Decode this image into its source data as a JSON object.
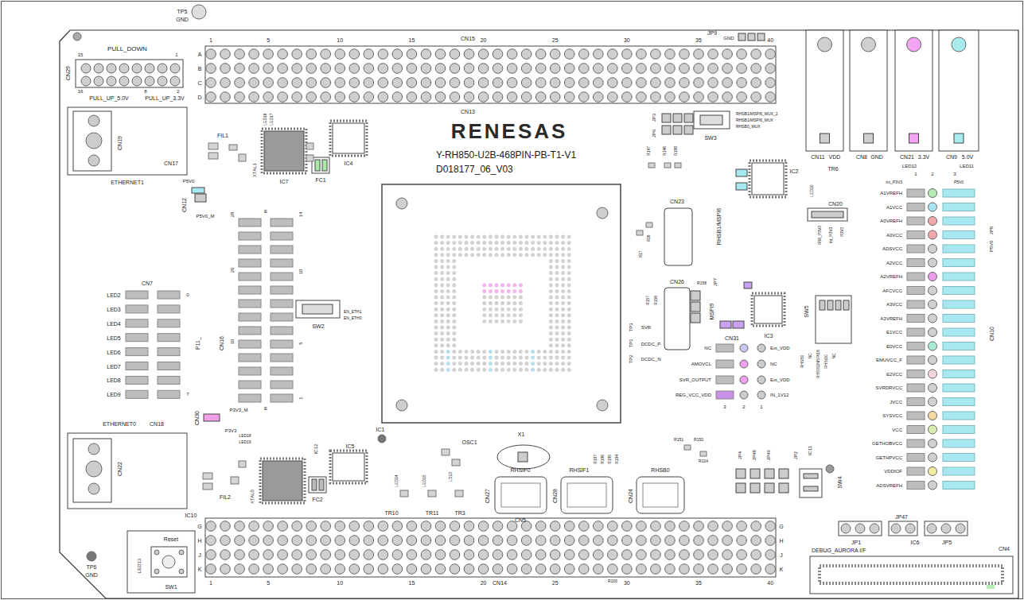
{
  "diagram": {
    "labels": [
      "TP5",
      "GND",
      "PULL_DOWN",
      "15",
      "1",
      "CN29",
      "16",
      "PULL_UP_5.0V",
      "8",
      "PULL_UP_3.3V",
      "2",
      "1",
      "5",
      "10",
      "15",
      "20",
      "25",
      "30",
      "35",
      "40",
      "A",
      "B",
      "C",
      "D",
      "CN15",
      "CN13",
      "JP9",
      "GND",
      "CN11",
      "VDD",
      "CN8",
      "GND",
      "CN21",
      "3.3V",
      "CN9",
      "5.0V",
      "LED12",
      "LED11",
      "CN19",
      "CN17",
      "ETHERNET1",
      "LED16",
      "LED17",
      "FIL1",
      "XTAL1",
      "IC4",
      "FC1",
      "IC7",
      "P5V0",
      "CN12",
      "P5V0_M",
      "RENESAS",
      "Y-RH850-U2B-468PIN-PB-T1-V1",
      "D018177_06_V03",
      "JP6",
      "JP3",
      "SW3",
      "RHSB1/MSPI6_MUX_2",
      "RHSB1/MSPI6_MUX",
      "RHSB0_MUX",
      "R147",
      "R146",
      "R198",
      "CN23",
      "RHSB1/MSPI6",
      "R16",
      "R17",
      "CN26",
      "R158",
      "JP7",
      "R157",
      "R156",
      "MSPI9",
      "TP3",
      "SVR",
      "TP1",
      "DCDC_P",
      "TP2",
      "DCDC_N",
      "IC2",
      "TR6",
      "LED10",
      "CN20",
      "R56_P3V3",
      "Int_P3V3",
      "P3V3",
      "IC3",
      "SW5",
      "RHSB0",
      "NC",
      "RHSB1/MSPI16",
      "RHSI10",
      "NC",
      "CN31",
      "NC",
      "AMOVCL",
      "SVR_OUTPUT",
      "REG_VCC_VDD",
      "Ext_VDD",
      "NC",
      "Ext_VDD",
      "IN_1V12",
      "3",
      "2",
      "1",
      "1",
      "2",
      "3",
      "Int_P3V3",
      "P5V0",
      "A1VREFH",
      "A1VCC",
      "A0VREFH",
      "A0VCC",
      "ADSVCC",
      "A2VCC",
      "A2VREFH",
      "AFCVCC",
      "A3VCC",
      "A3VREFH",
      "E1VCC",
      "E0VCC",
      "EMUVCC_F",
      "E2VCC",
      "SVRDRVCC",
      "JVCC",
      "SYSVCC",
      "VCC",
      "GETHOBVCC",
      "GETHPVCC",
      "VDDIOF",
      "ADSVREFH",
      "CN10",
      "JP8",
      "P5V0",
      "CN7",
      "LED2",
      "LED3",
      "LED4",
      "LED5",
      "LED6",
      "LED7",
      "LED8",
      "LED9",
      "P11_",
      "0",
      "7",
      "CN16",
      "28",
      "E",
      "14",
      "20",
      "10",
      "10",
      "5",
      "1",
      "E",
      "SW2",
      "EN_ETH1",
      "EN_ETH0",
      "CN30",
      "P3V3_M",
      "P3V3",
      "ETHERNET0",
      "CN18",
      "CN22",
      "LED18",
      "LED19",
      "FIL2",
      "XTAL0",
      "IC12",
      "IC5",
      "FC2",
      "IC10",
      "IC1",
      "OSC1",
      "X1",
      "LED14",
      "LED15",
      "LD13",
      "TR10",
      "TR11",
      "TR3",
      "RHSIF0",
      "CN27",
      "CN5",
      "RHSIF1",
      "CN28",
      "R197",
      "R196",
      "R195",
      "R194",
      "RHSB0",
      "CN24",
      "R151",
      "R150",
      "R124",
      "JP4",
      "JP48",
      "JP46",
      "JP2",
      "IC11",
      "SW4",
      "JP1",
      "JP47",
      "IC6",
      "JP5",
      "DEBUG_AURORA I/F",
      "CN4",
      "G",
      "H",
      "J",
      "K",
      "G",
      "H",
      "J",
      "K",
      "1",
      "5",
      "10",
      "15",
      "20",
      "25",
      "30",
      "35",
      "40",
      "CN14",
      "R200",
      "TP6",
      "GND",
      "LED13",
      "Reset",
      "SW1"
    ]
  }
}
